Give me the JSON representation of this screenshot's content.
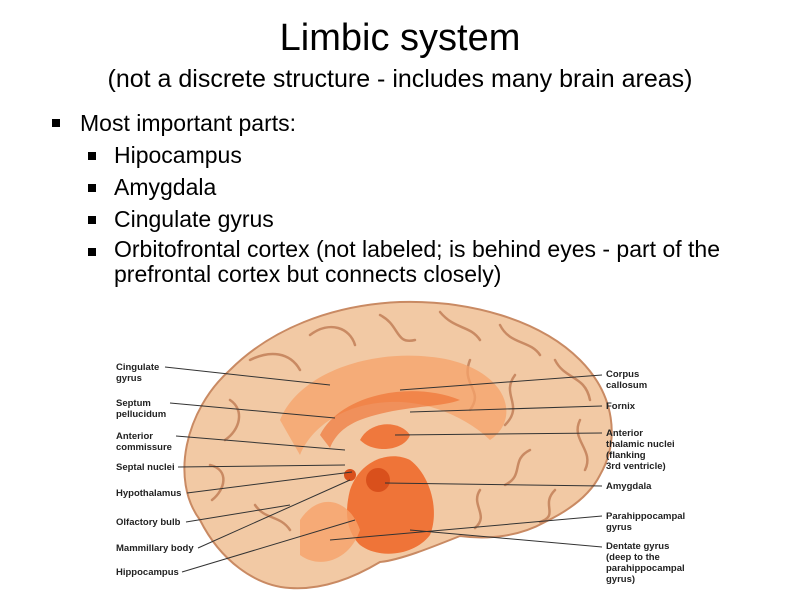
{
  "title": "Limbic system",
  "subtitle": "(not a discrete structure - includes many brain areas)",
  "main_bullet": "Most important parts:",
  "sub_bullets": [
    "Hipocampus",
    "Amygdala",
    "Cingulate gyrus",
    "Orbitofrontal cortex (not labeled; is behind eyes - part of the prefrontal cortex but connects closely)"
  ],
  "figure": {
    "left_labels": [
      [
        "Cingulate",
        "gyrus"
      ],
      [
        "Septum",
        "pellucidum"
      ],
      [
        "Anterior",
        "commissure"
      ],
      [
        "Septal nuclei"
      ],
      [
        "Hypothalamus"
      ],
      [
        "Olfactory bulb"
      ],
      [
        "Mammillary body"
      ],
      [
        "Hippocampus"
      ]
    ],
    "right_labels": [
      [
        "Corpus",
        "callosum"
      ],
      [
        "Fornix"
      ],
      [
        "Anterior",
        "thalamic nuclei",
        "(flanking",
        "3rd ventricle)"
      ],
      [
        "Amygdala"
      ],
      [
        "Parahippocampal",
        "gyrus"
      ],
      [
        "Dentate gyrus",
        "(deep to the",
        "parahippocampal",
        "gyrus)"
      ]
    ],
    "colors": {
      "cortex": "#f2c9a4",
      "sulcus": "#c98a63",
      "limbic": "#ee6a2c",
      "limbic_light": "#f6a26a"
    }
  }
}
